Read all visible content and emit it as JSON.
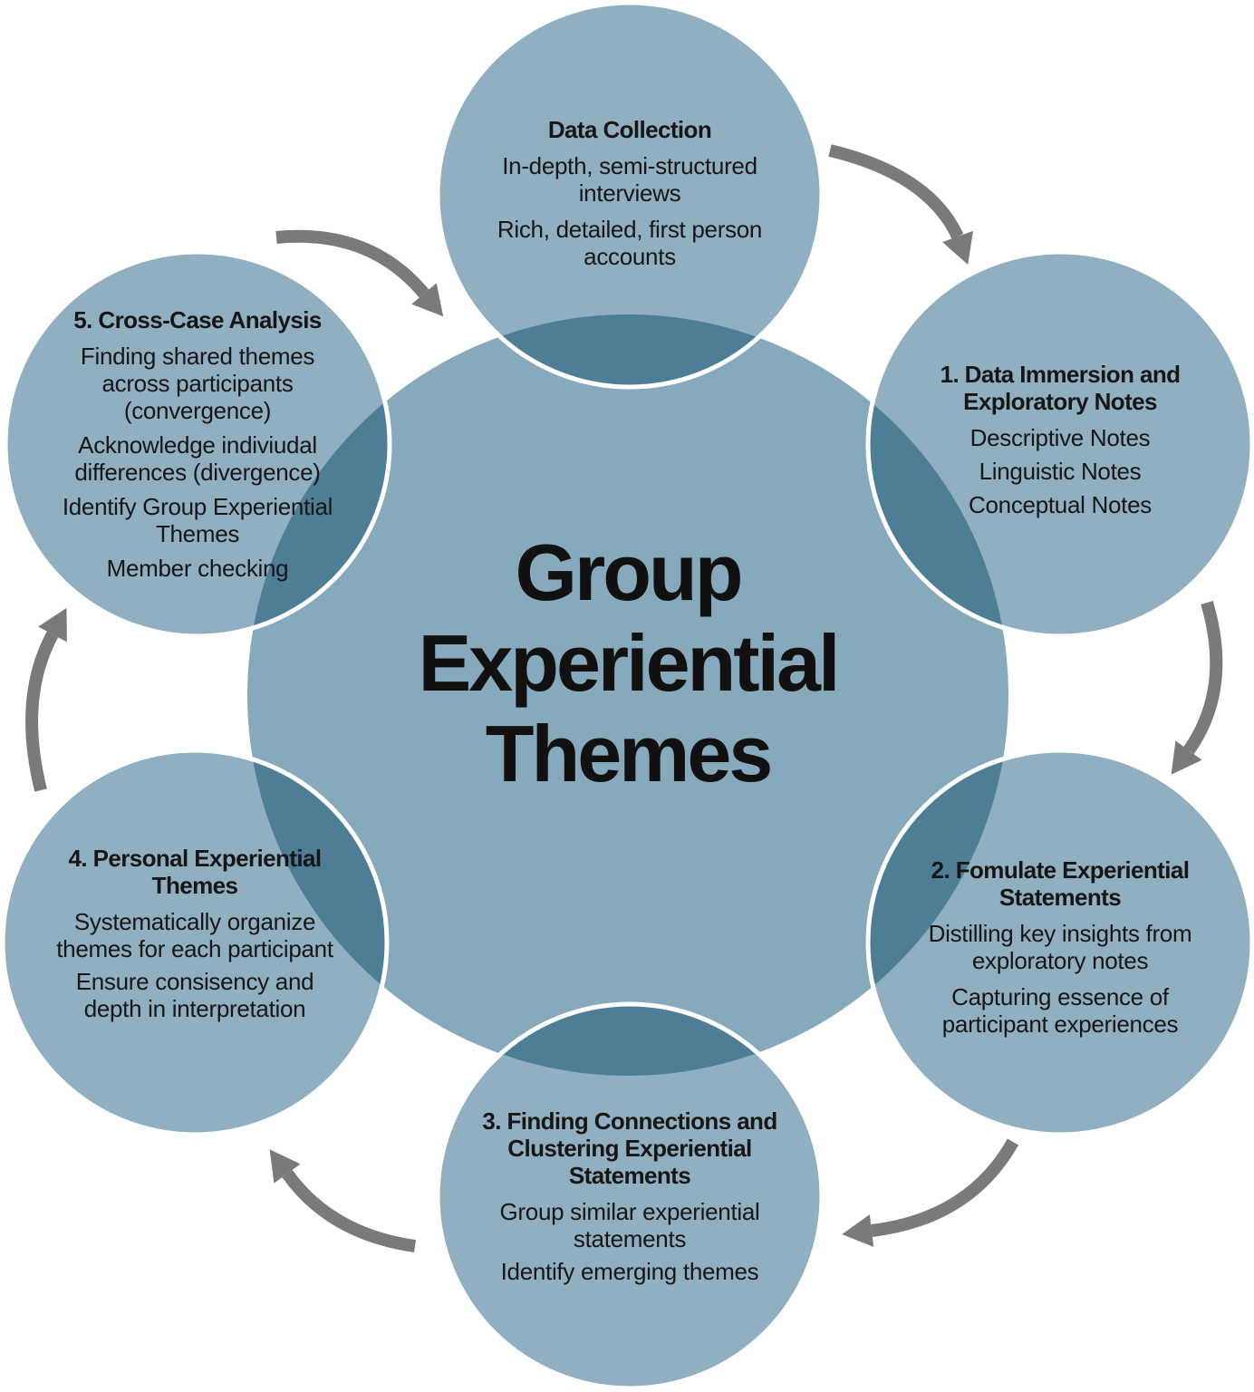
{
  "diagram": {
    "center_label": "Group Experiential Themes",
    "nodes": [
      {
        "id": "data-collection",
        "title": "Data Collection",
        "items": [
          "In-depth, semi-structured interviews",
          "Rich, detailed, first person accounts"
        ]
      },
      {
        "id": "step-1",
        "title": "1. Data Immersion and Exploratory Notes",
        "items": [
          "Descriptive Notes",
          "Linguistic Notes",
          "Conceptual Notes"
        ]
      },
      {
        "id": "step-2",
        "title": "2. Fomulate Experiential Statements",
        "items": [
          "Distilling key insights from exploratory notes",
          "Capturing essence of participant experiences"
        ]
      },
      {
        "id": "step-3",
        "title": "3. Finding Connections and Clustering Experiential Statements",
        "items": [
          "Group similar experiential statements",
          "Identify emerging themes"
        ]
      },
      {
        "id": "step-4",
        "title": "4. Personal Experiential Themes",
        "items": [
          "Systematically organize themes for each participant",
          "Ensure consisency and depth in interpretation"
        ]
      },
      {
        "id": "step-5",
        "title": "5. Cross-Case Analysis",
        "items": [
          "Finding shared themes across participants (convergence)",
          "Acknowledge indiviudal differences (divergence)",
          "Identify Group Experiential Themes",
          "Member checking"
        ]
      }
    ],
    "colors": {
      "node_fill": "#90AFC0",
      "center_fill": "#86A9BB",
      "overlap_fill": "#4E7D96",
      "node_outline": "#FFFFFF",
      "arrow": "#7A7A7A",
      "text": "#161616"
    }
  }
}
